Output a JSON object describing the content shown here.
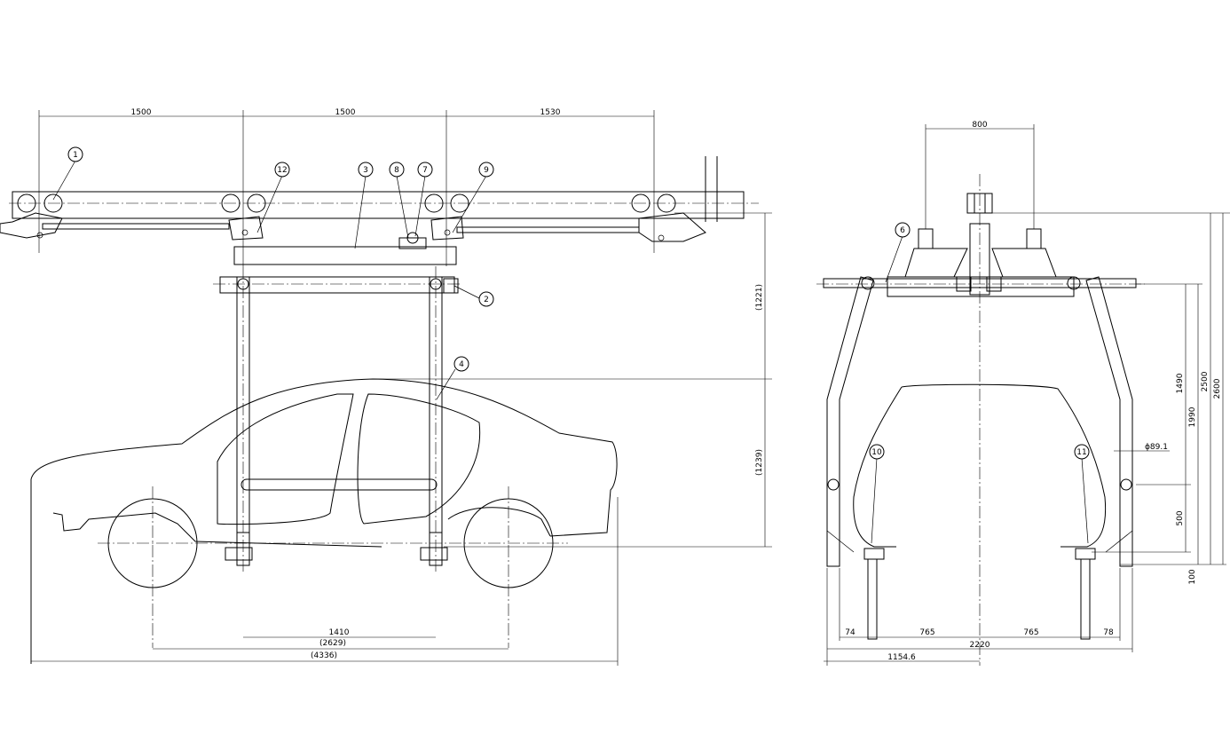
{
  "side_view": {
    "dims": {
      "d1500a": "1500",
      "d1500b": "1500",
      "d1530": "1530",
      "d1221": "(1221)",
      "d1239": "(1239)",
      "d1410": "1410",
      "d2629": "(2629)",
      "d4336": "(4336)"
    },
    "balloons": [
      "1",
      "12",
      "3",
      "8",
      "7",
      "9",
      "2",
      "4"
    ]
  },
  "front_view": {
    "dims": {
      "d800": "800",
      "d1490": "1490",
      "d1990": "1990",
      "d2500": "2500",
      "d2600": "2600",
      "d500": "500",
      "d100": "100",
      "phi": "ϕ89.1",
      "d74": "74",
      "d765a": "765",
      "d765b": "765",
      "d78": "78",
      "d2220": "2220",
      "d1154": "1154.6"
    },
    "balloons": [
      "6",
      "10",
      "11"
    ]
  }
}
